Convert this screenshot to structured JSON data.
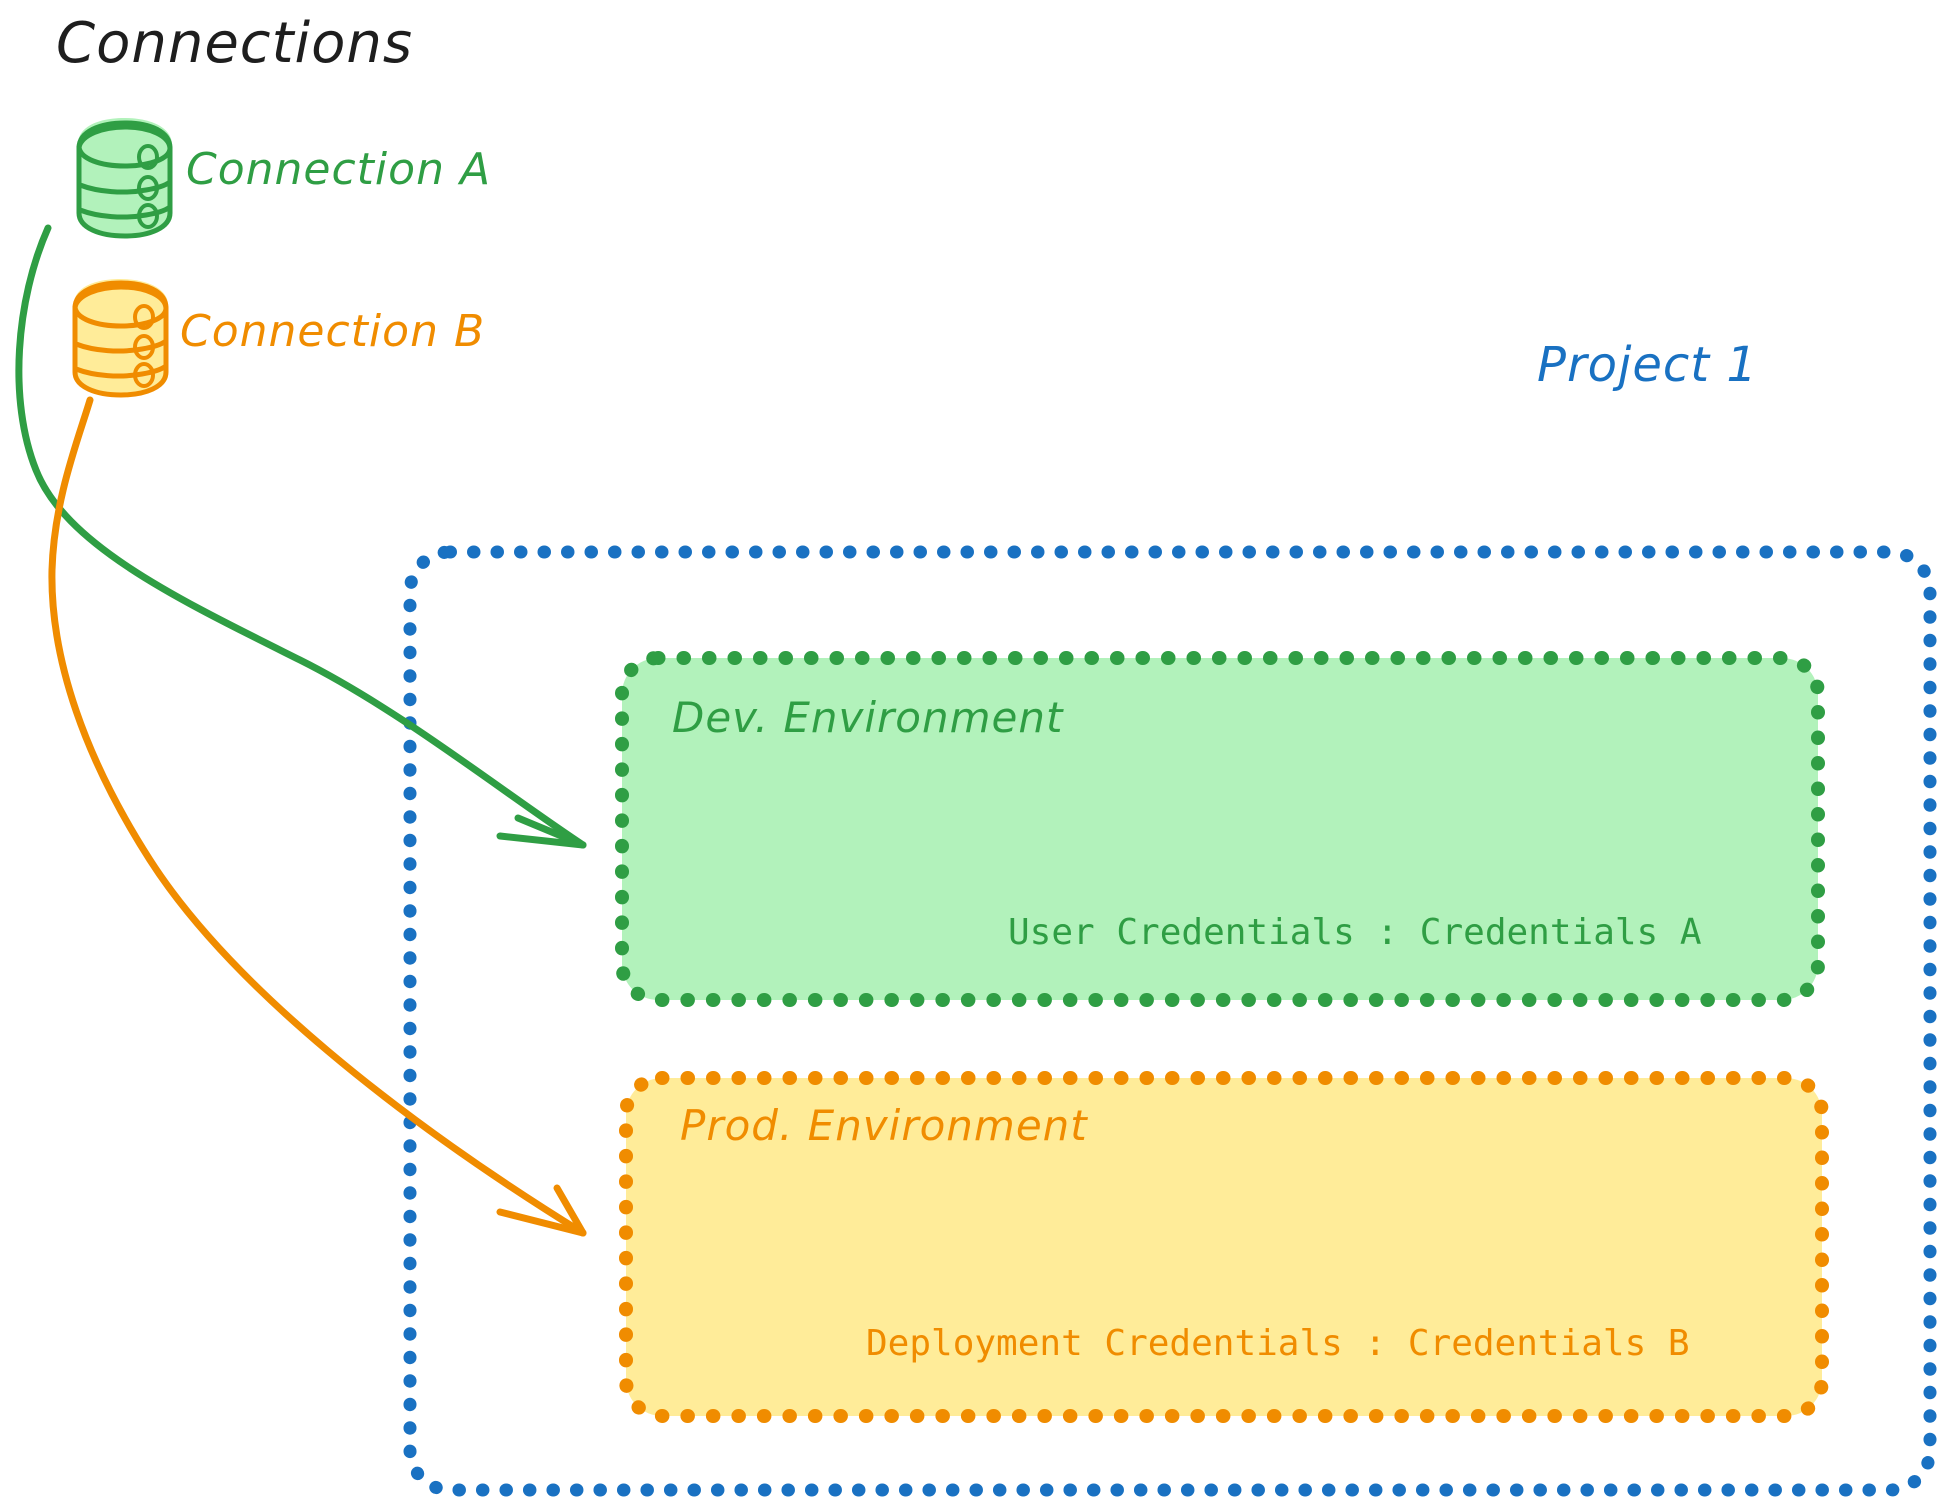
{
  "diagram": {
    "title": "Connections",
    "connections": [
      {
        "id": "connection-a",
        "label": "Connection A",
        "icon": "database-cylinder-icon",
        "color": "#2f9e44",
        "fill": "#b2f2bb"
      },
      {
        "id": "connection-b",
        "label": "Connection B",
        "icon": "database-cylinder-icon",
        "color": "#f08c00",
        "fill": "#ffec99"
      }
    ],
    "project": {
      "label": "Project 1",
      "color": "#1971c2",
      "border_style": "dotted"
    },
    "environments": [
      {
        "id": "dev-environment",
        "title": "Dev. Environment",
        "credentials_label": "User Credentials : Credentials A",
        "color": "#2f9e44",
        "fill": "#b2f2bb",
        "border_style": "dotted",
        "source_connection": "Connection A"
      },
      {
        "id": "prod-environment",
        "title": "Prod. Environment",
        "credentials_label": "Deployment Credentials : Credentials B",
        "color": "#f08c00",
        "fill": "#ffec99",
        "border_style": "dotted",
        "source_connection": "Connection B"
      }
    ],
    "arrows": [
      {
        "id": "arrow-connection-a-to-dev",
        "from": "Connection A",
        "to": "Dev. Environment",
        "color": "#2f9e44"
      },
      {
        "id": "arrow-connection-b-to-prod",
        "from": "Connection B",
        "to": "Prod. Environment",
        "color": "#f08c00"
      }
    ],
    "palette": {
      "black": "#1e1e1e",
      "green_stroke": "#2f9e44",
      "green_fill": "#b2f2bb",
      "orange_stroke": "#f08c00",
      "yellow_fill": "#ffec99",
      "blue": "#1971c2",
      "background": "#ffffff"
    }
  }
}
